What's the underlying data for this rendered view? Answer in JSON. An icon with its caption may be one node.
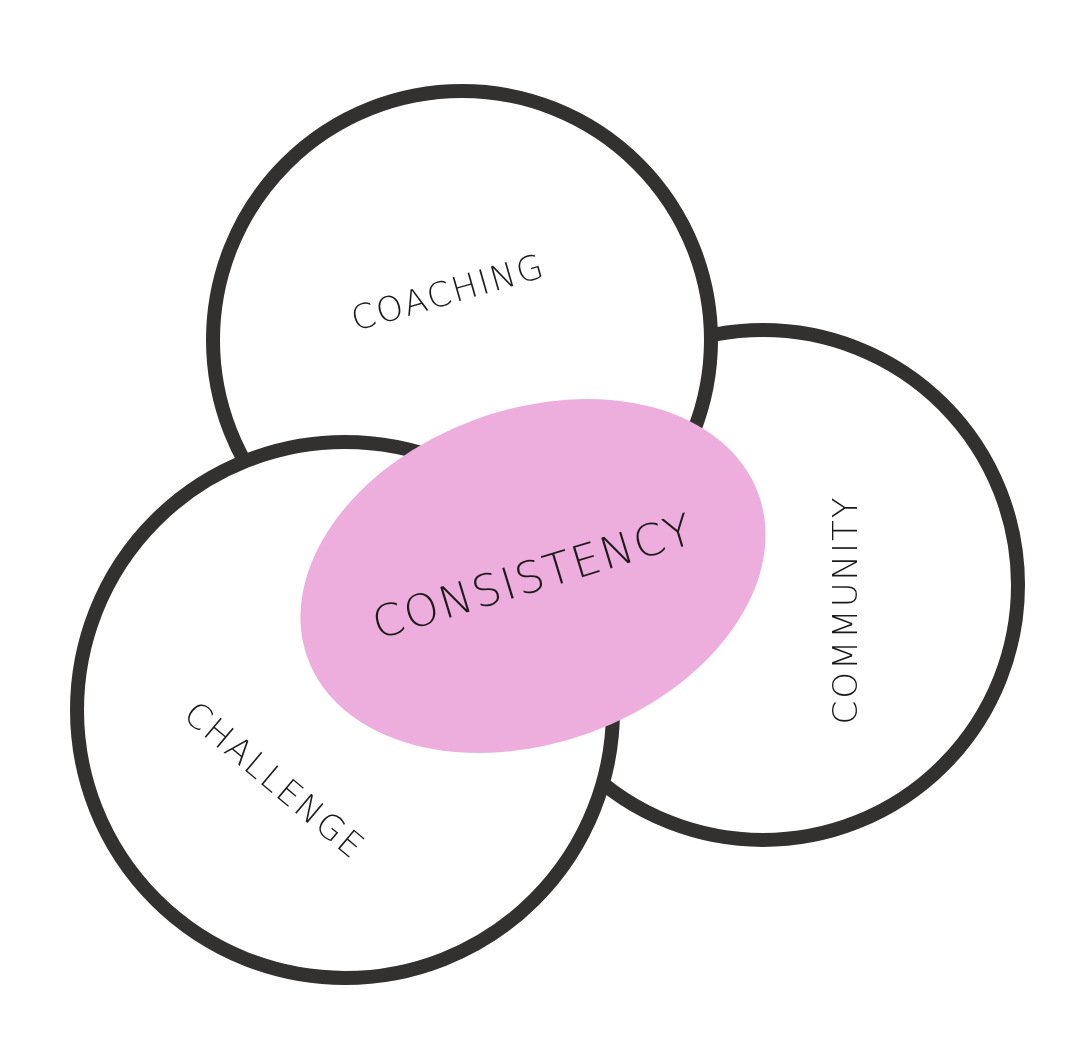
{
  "diagram": {
    "nodes": [
      {
        "text": [
          "COACHING"
        ]
      },
      {
        "text": [
          "COMMUNITY"
        ]
      },
      {
        "text": [
          "CHALLENGE"
        ]
      },
      {
        "text": [
          "CONSISTENCY"
        ]
      }
    ]
  }
}
